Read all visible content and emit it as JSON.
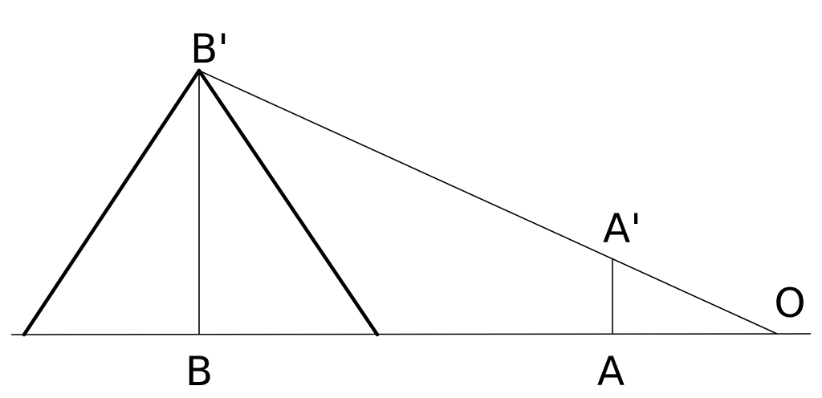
{
  "labels": {
    "b_prime": "B'",
    "a_prime": "A'",
    "o": "O",
    "b": "B",
    "a": "A"
  },
  "colors": {
    "stroke": "#000000",
    "background": "#ffffff"
  }
}
